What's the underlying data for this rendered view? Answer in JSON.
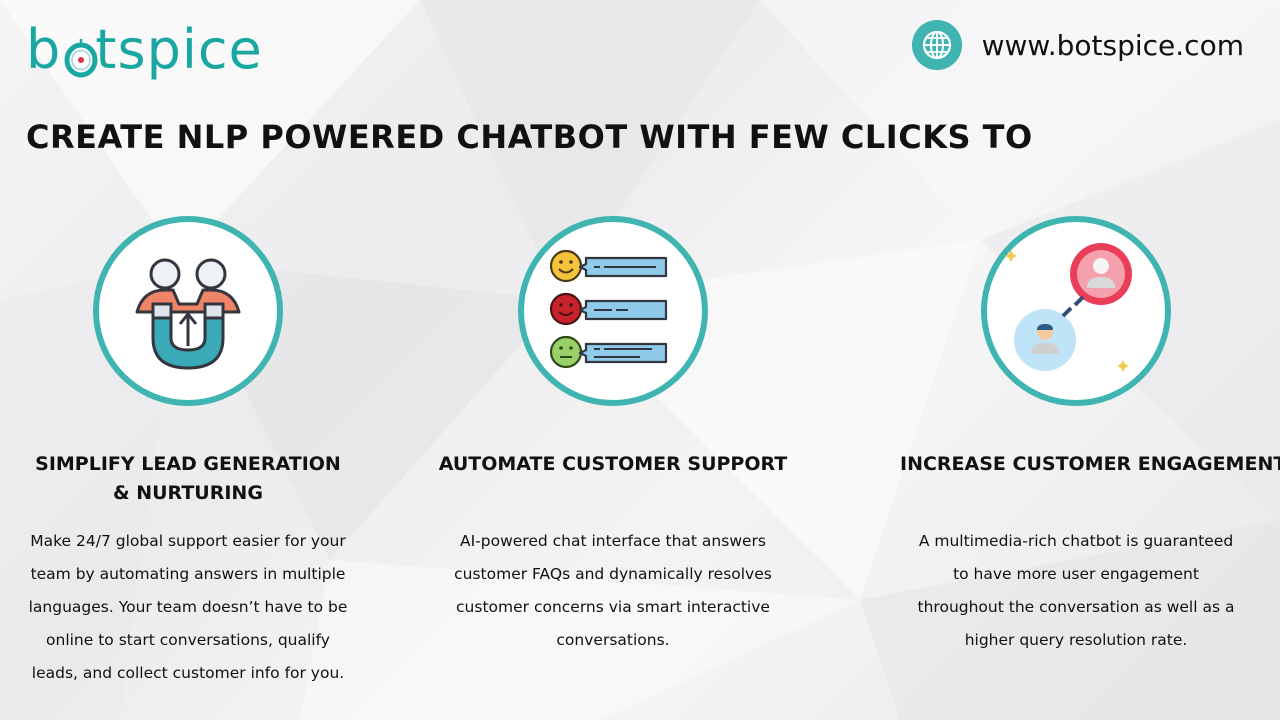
{
  "brand": {
    "logo_text_pre": "b",
    "logo_text_post": "tspice",
    "url": "www.botspice.com",
    "accent_color": "#3fb4b1",
    "logo_color": "#1aa7a2"
  },
  "headline": "CREATE NLP POWERED CHATBOT WITH FEW CLICKS TO",
  "features": [
    {
      "icon": "lead-magnet-icon",
      "title": "SIMPLIFY LEAD GENERATION\n& NURTURING",
      "description": "Make 24/7 global support easier for your\nteam by automating answers in multiple\nlanguages. Your team doesn’t have to be\nonline to start conversations, qualify\nleads, and collect customer info for you."
    },
    {
      "icon": "chat-feedback-icon",
      "title": "AUTOMATE CUSTOMER SUPPORT",
      "description": "AI-powered chat interface that answers\ncustomer FAQs and dynamically resolves\ncustomer concerns via smart interactive\nconversations."
    },
    {
      "icon": "user-connection-icon",
      "title": "INCREASE CUSTOMER ENGAGEMENT",
      "description": "A multimedia-rich chatbot is guaranteed\nto have more user engagement\nthroughout the conversation as well as a\nhigher query resolution rate."
    }
  ]
}
